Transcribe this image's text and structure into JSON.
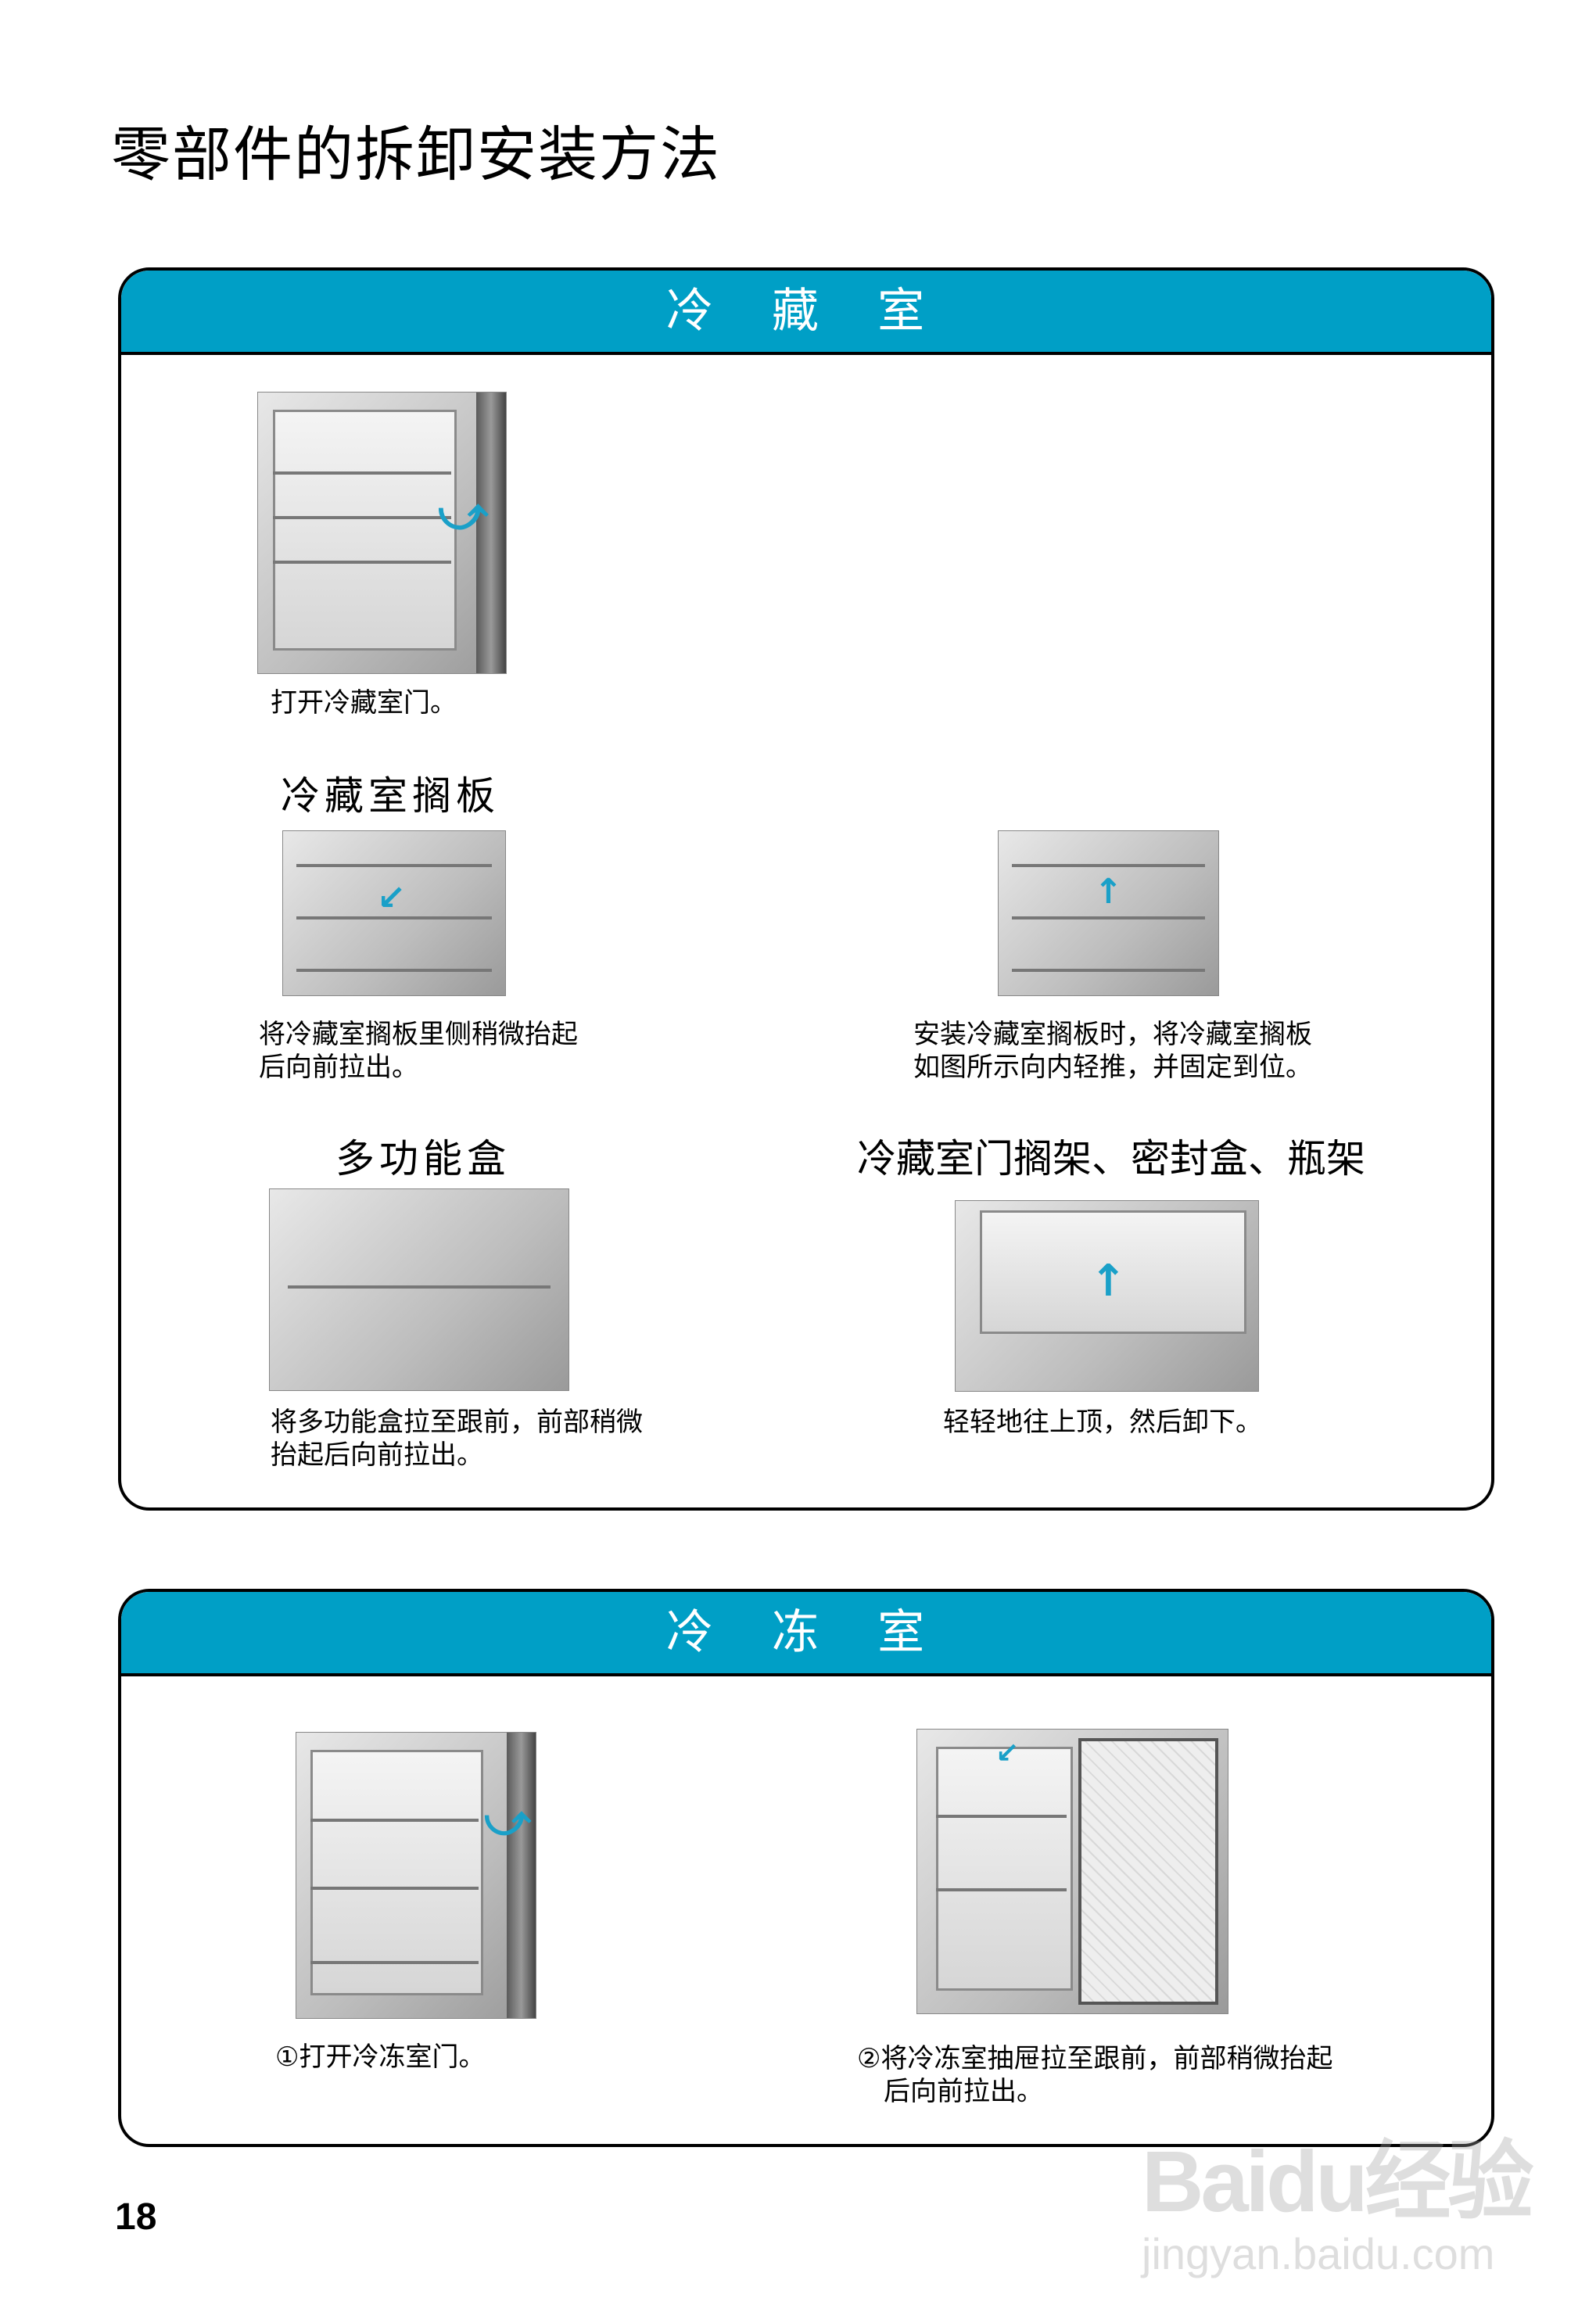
{
  "page_title": "零部件的拆卸安装方法",
  "colors": {
    "header": "#009fc6",
    "arrow": "#1aa0c8"
  },
  "fridge_section": {
    "header": "冷 藏 室",
    "open_door_caption": "打开冷藏室门。",
    "shelf_heading": "冷藏室搁板",
    "shelf_remove_caption": "将冷藏室搁板里侧稍微抬起\n后向前拉出。",
    "shelf_install_caption": "安装冷藏室搁板时，将冷藏室搁板\n如图所示向内轻推，并固定到位。",
    "multibox_heading": "多功能盒",
    "multibox_caption": "将多功能盒拉至跟前，前部稍微\n抬起后向前拉出。",
    "door_rack_heading": "冷藏室门搁架、密封盒、瓶架",
    "door_rack_caption": "轻轻地往上顶，然后卸下。"
  },
  "freezer_section": {
    "header": "冷 冻 室",
    "step1_caption": "①打开冷冻室门。",
    "step2_caption": "②将冷冻室抽屉拉至跟前，前部稍微抬起\n　后向前拉出。"
  },
  "page_number": "18",
  "watermark": {
    "logo": "Baidu经验",
    "url": "jingyan.baidu.com"
  }
}
